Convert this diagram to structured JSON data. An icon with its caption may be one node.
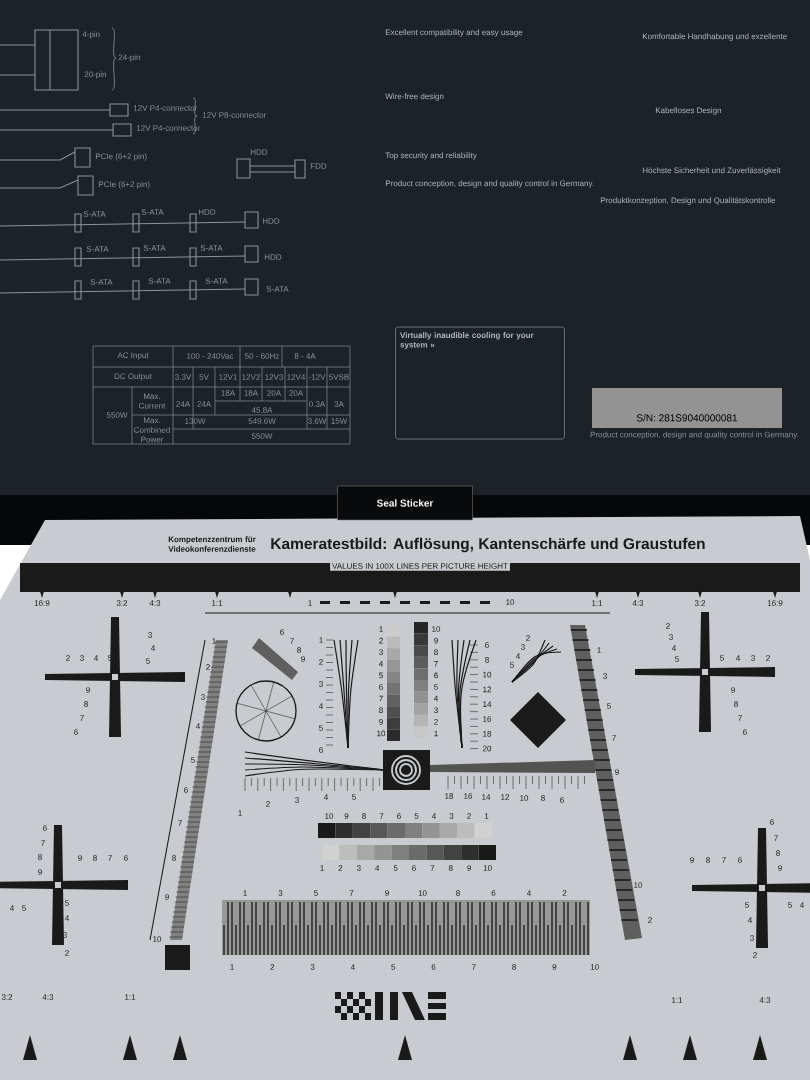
{
  "diagram": {
    "title": "Kameratestbild: Auflösung, Kantenschärfe und Graustufen",
    "nodes": [
      {
        "text": [
          "Seal Sticker"
        ]
      },
      {
        "text": [
          "Virtually inaudible cooling for your system »"
        ]
      },
      {
        "text": [
          "S/N: 281S9040000081"
        ],
        "beside": [
          "Product conception, design and quality control in Germany."
        ]
      },
      {
        "text": [
          "VALUES IN 100X LINES PER PICTURE HEIGHT"
        ]
      }
    ],
    "labels": [
      "Excellent compatibility and easy usage",
      "Wire-free design",
      "Top security and reliability",
      "Product conception, design and quality control in Germany.",
      "Komfortable Handhabung und exzellente",
      "Kabelloses Design",
      "Höchste Sicherheit und Zuverlässigkeit",
      "Produktkonzeption, Design und Qualitätskontrolle",
      "4-pin",
      "20-pin",
      "24-pin",
      "12V P4-connector",
      "12V P4-connector",
      "12V P8-connector",
      "PCIe (6+2 pin)",
      "PCIe (6+2 pin)",
      "HDD",
      "FDD",
      "S-ATA",
      "S-ATA",
      "HDD",
      "HDD",
      "S-ATA",
      "S-ATA",
      "S-ATA",
      "HDD",
      "S-ATA",
      "S-ATA",
      "S-ATA",
      "S-ATA",
      "AC Input",
      "100 - 240Vac",
      "50 - 60Hz",
      "8 - 4A",
      "DC Output",
      "3.3V",
      "5V",
      "12V1",
      "12V2",
      "12V3",
      "12V4",
      "-12V",
      "5VSB",
      "550W",
      "Max. Current",
      "24A",
      "24A",
      "18A",
      "18A",
      "20A",
      "20A",
      "0.3A",
      "3A",
      "45.8A",
      "Max. Combined Power",
      "130W",
      "549.6W",
      "3.6W",
      "15W",
      "550W",
      "Kompetenzzentrum für Videokonferenzdienste",
      "16:9",
      "3:2",
      "4:3",
      "1:1",
      "1",
      "10",
      "1:1",
      "4:3",
      "3:2",
      "16:9",
      "3",
      "4",
      "5",
      "2",
      "3",
      "4",
      "5",
      "9",
      "8",
      "7",
      "6",
      "2",
      "3",
      "4",
      "5",
      "5",
      "4",
      "3",
      "2",
      "9",
      "8",
      "7",
      "6",
      "6",
      "7",
      "8",
      "9",
      "9",
      "8",
      "7",
      "6",
      "4",
      "5",
      "5",
      "4",
      "3",
      "2",
      "6",
      "7",
      "8",
      "9",
      "9",
      "8",
      "7",
      "6",
      "5",
      "4",
      "3",
      "2",
      "5",
      "4",
      "1",
      "2",
      "3",
      "4",
      "5",
      "6",
      "7",
      "8",
      "9",
      "10",
      "1",
      "3",
      "5",
      "7",
      "9",
      "10",
      "2",
      "6",
      "7",
      "8",
      "9",
      "2",
      "3",
      "4",
      "5",
      "1",
      "2",
      "3",
      "4",
      "5",
      "6",
      "1",
      "2",
      "3",
      "4",
      "5",
      "6",
      "7",
      "8",
      "9",
      "10",
      "10",
      "9",
      "8",
      "7",
      "6",
      "5",
      "4",
      "3",
      "2",
      "1",
      "6",
      "8",
      "10",
      "12",
      "14",
      "16",
      "18",
      "20",
      "1",
      "2",
      "3",
      "4",
      "5",
      "18",
      "16",
      "14",
      "12",
      "10",
      "8",
      "6",
      "10",
      "9",
      "8",
      "7",
      "6",
      "5",
      "4",
      "3",
      "2",
      "1",
      "1",
      "2",
      "3",
      "4",
      "5",
      "6",
      "7",
      "8",
      "9",
      "10",
      "1",
      "3",
      "5",
      "7",
      "9",
      "10",
      "8",
      "6",
      "4",
      "2",
      "1",
      "2",
      "3",
      "4",
      "5",
      "6",
      "7",
      "8",
      "9",
      "10",
      "3:2",
      "4:3",
      "1:1",
      "1:1",
      "4:3"
    ]
  }
}
